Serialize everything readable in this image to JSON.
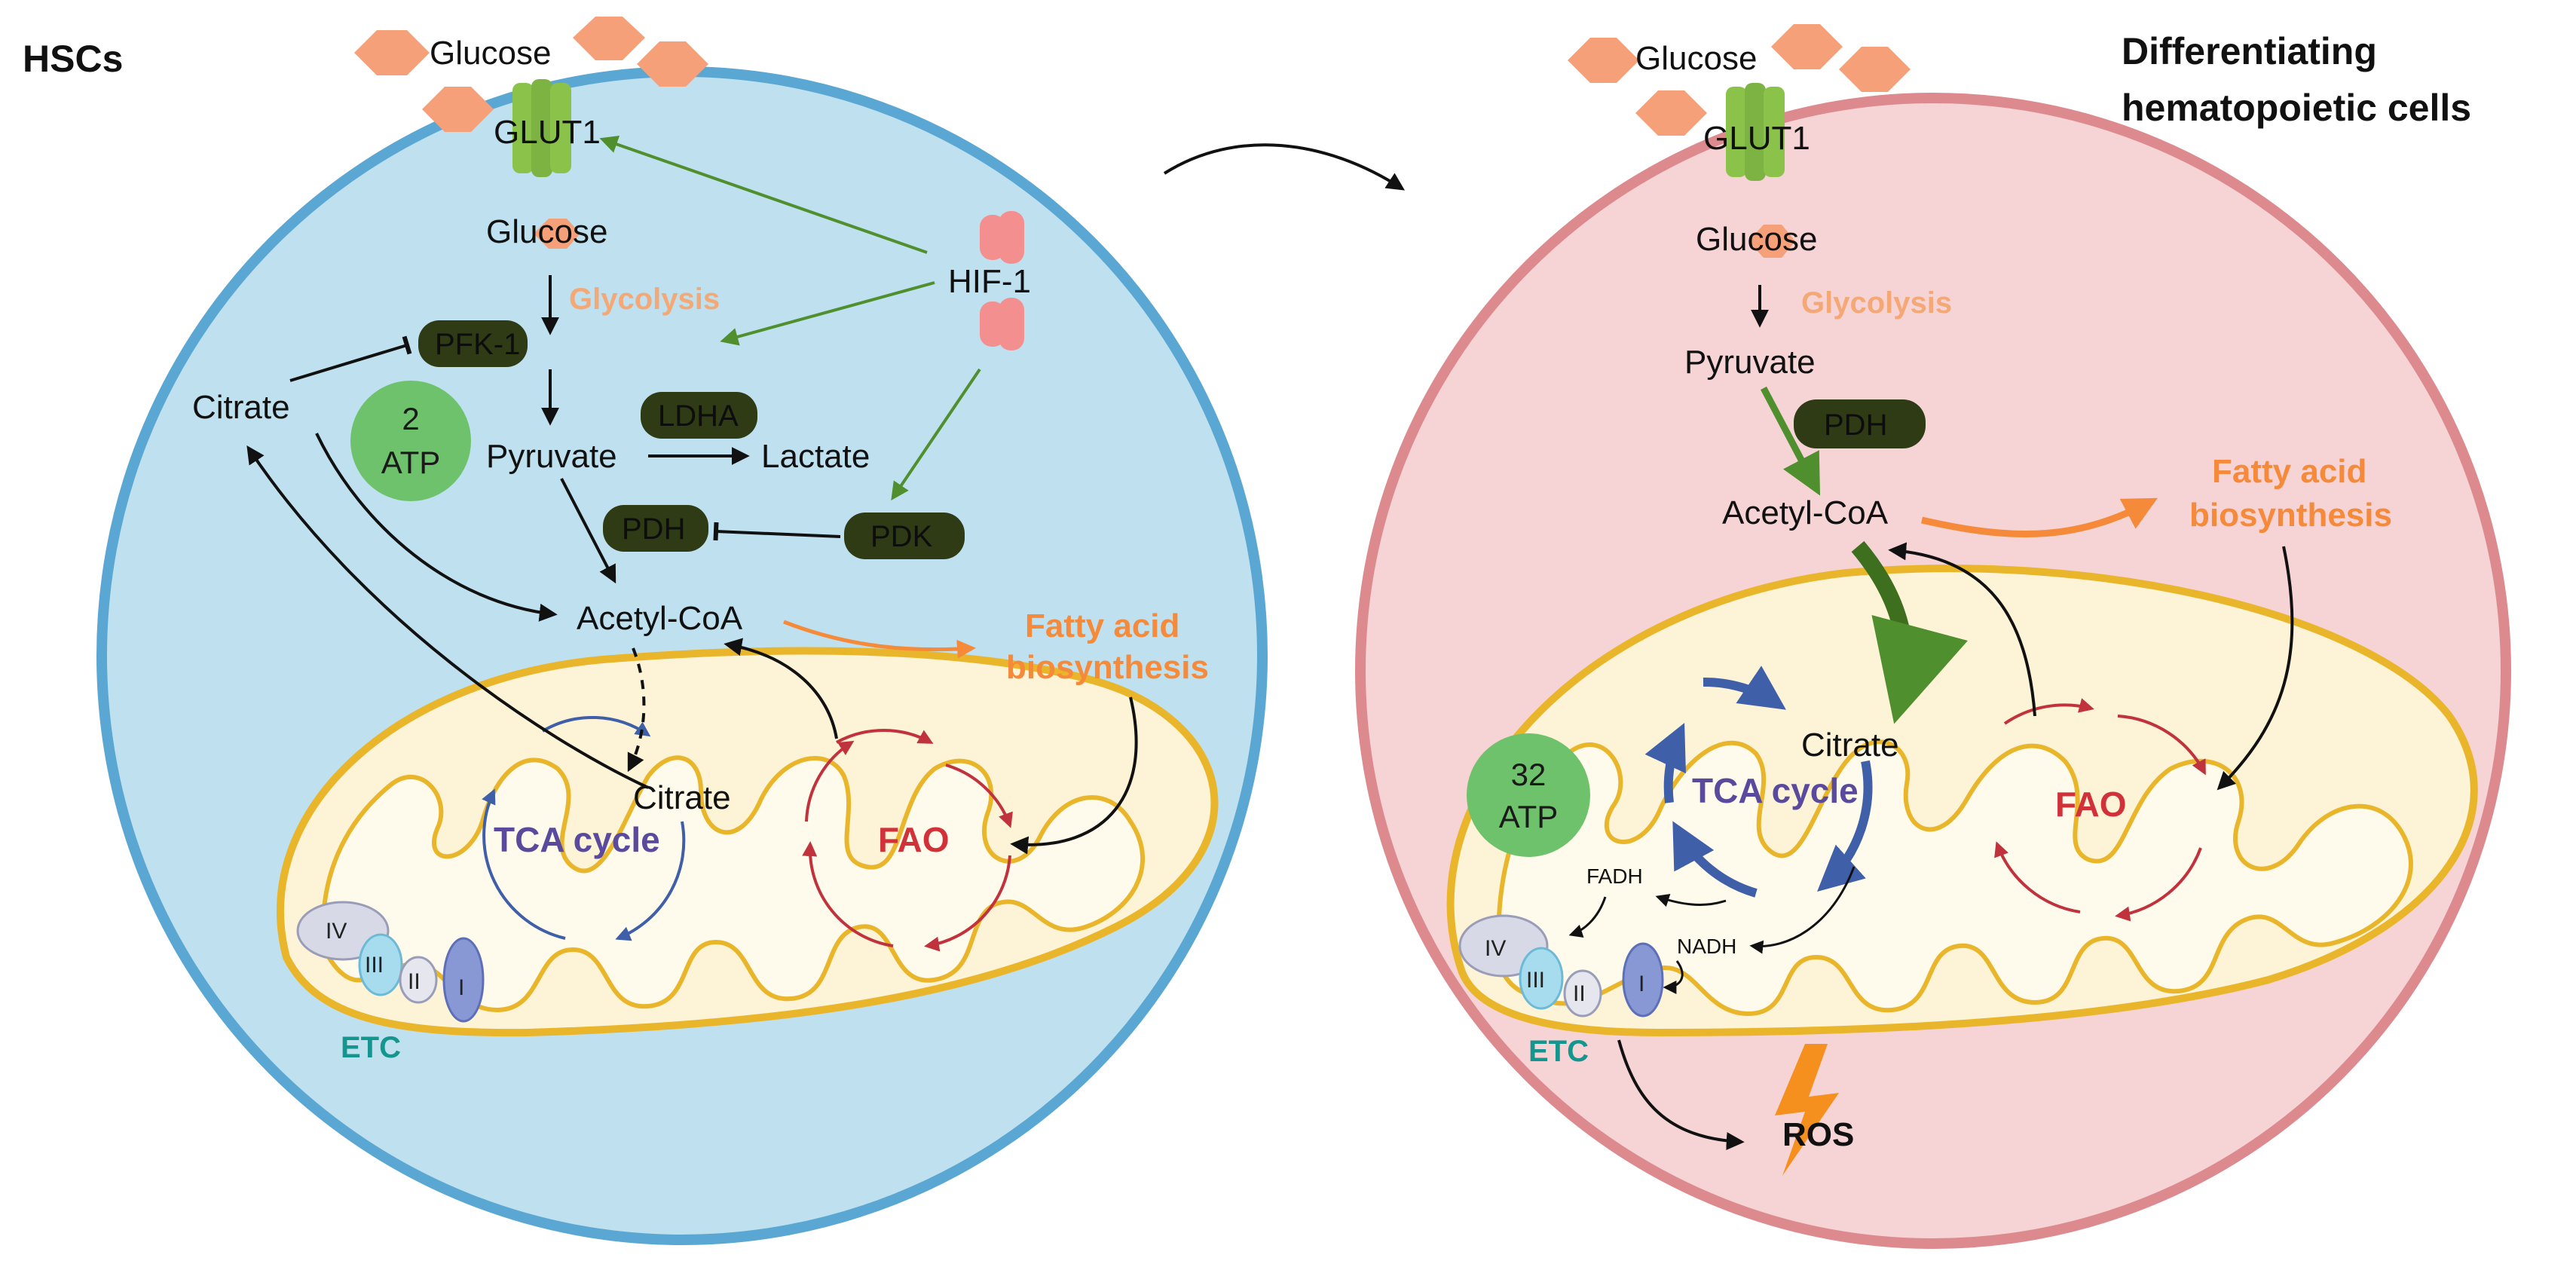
{
  "titles": {
    "left": "HSCs",
    "right_line1": "Differentiating",
    "right_line2": "hematopoietic cells"
  },
  "left": {
    "glucose_out": "Glucose",
    "glut1": "GLUT1",
    "glucose_in": "Glucose",
    "glycolysis": "Glycolysis",
    "hif1": "HIF-1",
    "pfk1": "PFK-1",
    "citrate_cyto": "Citrate",
    "atp_num": "2",
    "atp_label": "ATP",
    "ldha": "LDHA",
    "pyruvate": "Pyruvate",
    "lactate": "Lactate",
    "pdh": "PDH",
    "pdk": "PDK",
    "acetyl_coa": "Acetyl-CoA",
    "fatty_acid_1": "Fatty acid",
    "fatty_acid_2": "biosynthesis",
    "citrate_mito": "Citrate",
    "tca": "TCA cycle",
    "fao": "FAO",
    "etc": "ETC",
    "complexes": [
      "IV",
      "III",
      "II",
      "I"
    ]
  },
  "right": {
    "glucose_out": "Glucose",
    "glut1": "GLUT1",
    "glucose_in": "Glucose",
    "glycolysis": "Glycolysis",
    "pyruvate": "Pyruvate",
    "pdh": "PDH",
    "acetyl_coa": "Acetyl-CoA",
    "fatty_acid_1": "Fatty acid",
    "fatty_acid_2": "biosynthesis",
    "citrate": "Citrate",
    "tca": "TCA cycle",
    "fao": "FAO",
    "atp_num": "32",
    "atp_label": "ATP",
    "fadh": "FADH",
    "nadh": "NADH",
    "etc": "ETC",
    "ros": "ROS",
    "complexes": [
      "IV",
      "III",
      "II",
      "I"
    ]
  },
  "colors": {
    "left_cell_fill": "#bfe0ee",
    "left_cell_stroke": "#5aa7d3",
    "right_cell_fill": "#f6d3d5",
    "right_cell_stroke": "#dc8a8e",
    "mito_fill": "#fdf3d6",
    "mito_stroke": "#e9b52a",
    "enzyme": "#2f3b15",
    "green_arrow": "#4f8f2e",
    "orange": "#f58a3a",
    "tca_arrow": "#3f5fa8",
    "fao_arrow": "#c0333d"
  }
}
